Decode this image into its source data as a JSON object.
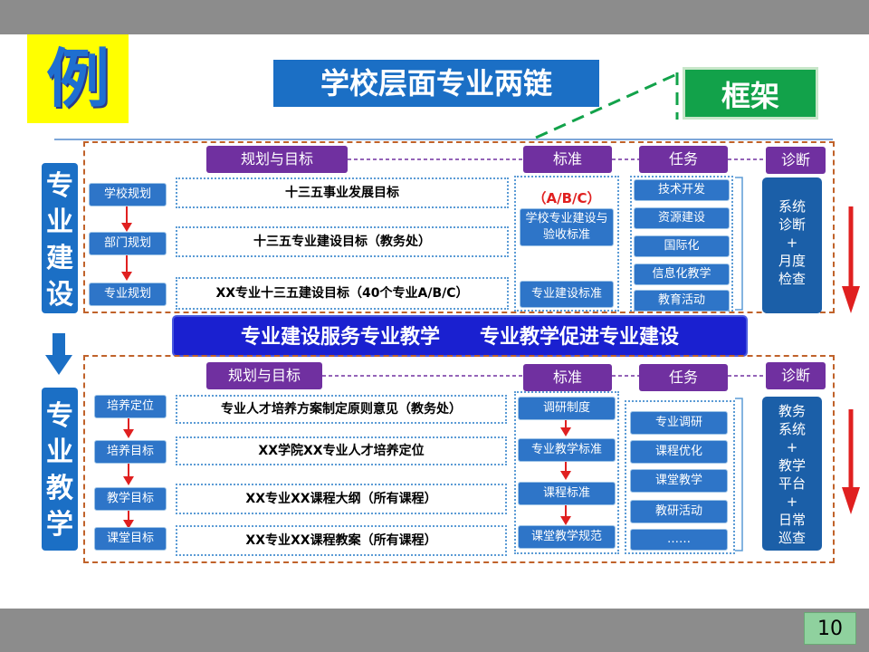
{
  "badge": "例",
  "title": "学校层面专业两链",
  "framework": "框架",
  "banner": "专业建设服务专业教学　　专业教学促进专业建设",
  "page_number": "10",
  "construction": {
    "side_label": [
      "专",
      "业",
      "建",
      "设"
    ],
    "header_plan": "规划与目标",
    "header_std": "标准",
    "header_task": "任务",
    "header_diag": "诊断",
    "rows": [
      {
        "level": "学校规划",
        "goal": "十三五事业发展目标"
      },
      {
        "level": "部门规划",
        "goal": "十三五专业建设目标（教务处）"
      },
      {
        "level": "专业规划",
        "goal": "XX专业十三五建设目标（40个专业A/B/C）"
      }
    ],
    "std_abc": "（A/B/C）",
    "std_items": [
      "学校专业建设与验收标准",
      "专业建设标准"
    ],
    "tasks": [
      "技术开发",
      "资源建设",
      "国际化",
      "信息化教学",
      "教育活动"
    ],
    "diag_lines": [
      "系统",
      "诊断",
      "+",
      "月度",
      "检查"
    ]
  },
  "teaching": {
    "side_label": [
      "专",
      "业",
      "教",
      "学"
    ],
    "header_plan": "规划与目标",
    "header_std": "标准",
    "header_task": "任务",
    "header_diag": "诊断",
    "rows": [
      {
        "level": "培养定位",
        "goal": "专业人才培养方案制定原则意见（教务处）"
      },
      {
        "level": "培养目标",
        "goal": "XX学院XX专业人才培养定位"
      },
      {
        "level": "教学目标",
        "goal": "XX专业XX课程大纲（所有课程）"
      },
      {
        "level": "课堂目标",
        "goal": "XX专业XX课程教案（所有课程）"
      }
    ],
    "std_items": [
      "调研制度",
      "专业教学标准",
      "课程标准",
      "课堂教学规范"
    ],
    "tasks": [
      "专业调研",
      "课程优化",
      "课堂教学",
      "教研活动",
      "……"
    ],
    "diag_lines": [
      "教务",
      "系统",
      "+",
      "教学",
      "平台",
      "+",
      "日常",
      "巡查"
    ]
  },
  "colors": {
    "blue": "#1b6fc5",
    "purple": "#7030a0",
    "green": "#12a24a",
    "red": "#e02020",
    "banner": "#1a20d0"
  }
}
